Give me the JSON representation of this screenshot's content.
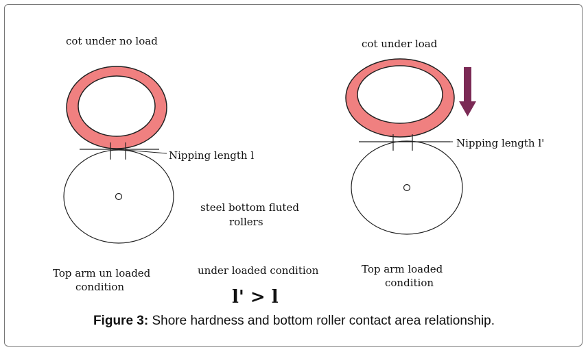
{
  "labels": {
    "cot_no_load": "cot under no load",
    "cot_load": "cot under load",
    "nip_left": "Nipping length l",
    "nip_right": "Nipping length l'",
    "steel_line1": "steel bottom fluted",
    "steel_line2": "rollers",
    "top_arm_unloaded_1": "Top arm un loaded",
    "top_arm_unloaded_2": "condition",
    "under_loaded": "under loaded condition",
    "top_arm_loaded_1": "Top arm loaded",
    "top_arm_loaded_2": "condition",
    "relation": "l' > l"
  },
  "caption": {
    "prefix": "Figure 3:",
    "text": " Shore hardness and bottom roller contact area relationship."
  },
  "colors": {
    "cot_fill": "#f08080",
    "arrow": "#7b2a55",
    "stroke": "#222222"
  }
}
